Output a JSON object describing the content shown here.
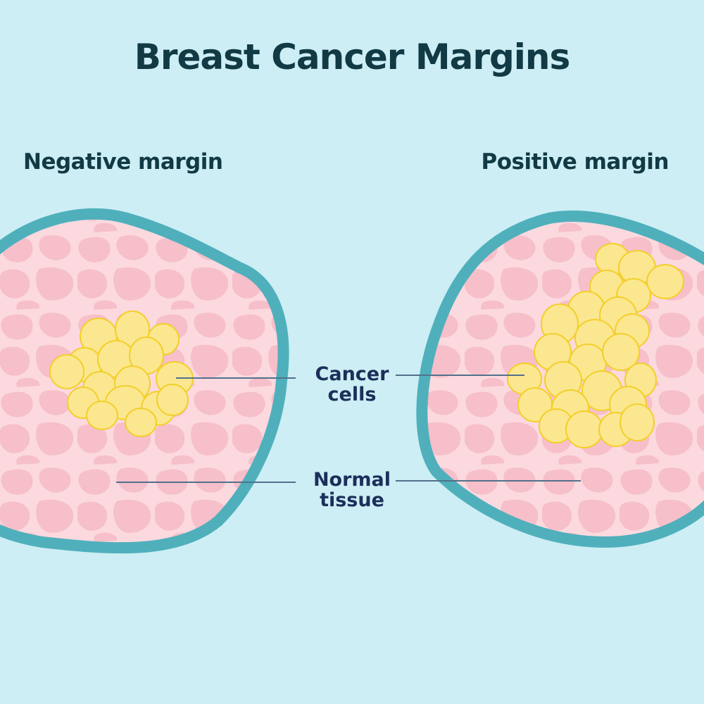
{
  "title": "Breast Cancer Margins",
  "panels": {
    "negative": {
      "label": "Negative margin"
    },
    "positive": {
      "label": "Positive margin"
    }
  },
  "callouts": {
    "cancer": {
      "line1": "Cancer",
      "line2": "cells"
    },
    "normal": {
      "line1": "Normal",
      "line2": "tissue"
    }
  },
  "colors": {
    "background": "#cdeef4",
    "border": "#4fb0bc",
    "tissue": "#f6bfc9",
    "tissue_light": "#fbd9df",
    "cancer_fill": "#fbe78f",
    "cancer_stroke": "#f3cf2a",
    "title_text": "#113a45",
    "callout_text": "#1c2f5a"
  }
}
